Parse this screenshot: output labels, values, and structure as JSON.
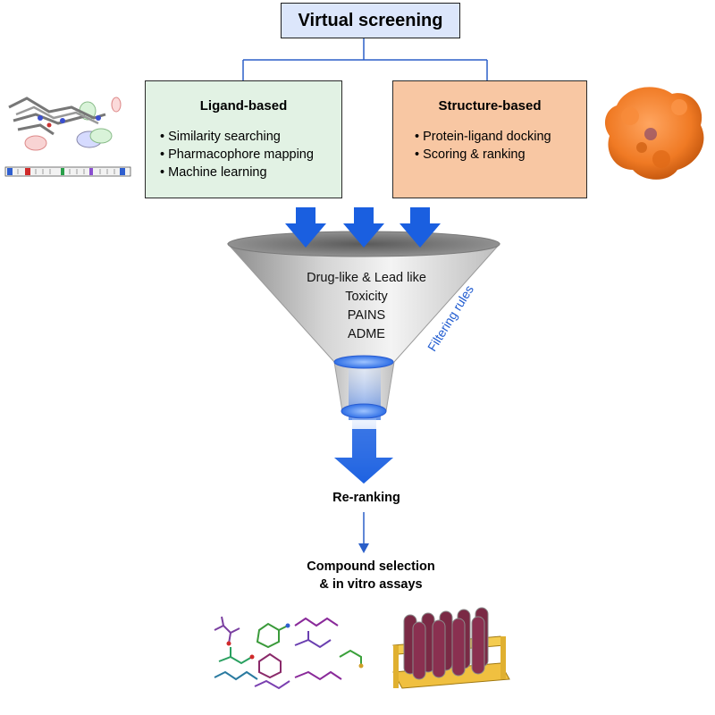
{
  "title": "Virtual screening",
  "ligand": {
    "title": "Ligand-based",
    "items": [
      "Similarity searching",
      "Pharmacophore mapping",
      "Machine learning"
    ]
  },
  "structure": {
    "title": "Structure-based",
    "items": [
      "Protein-ligand docking",
      "Scoring & ranking"
    ]
  },
  "funnel": {
    "lines": [
      "Drug-like & Lead like",
      "Toxicity",
      "PAINS",
      "ADME"
    ],
    "side_label": "Filtering rules"
  },
  "rerank_label": "Re-ranking",
  "compound_label": [
    "Compound selection",
    "& in vitro assays"
  ],
  "colors": {
    "title_fill": "#dce6fb",
    "ligand_fill": "#e2f2e4",
    "structure_fill": "#f8c7a3",
    "arrow_blue": "#1a5fe0",
    "connector_blue": "#2b5fc9",
    "protein_orange": "#f07a24",
    "tube_liquid": "#7a2a45"
  },
  "icons": [
    "overlay-molecule-icon",
    "fingerprint-bar-icon",
    "protein-surface-icon",
    "molecule-cluster-icon",
    "test-tube-rack-icon"
  ]
}
